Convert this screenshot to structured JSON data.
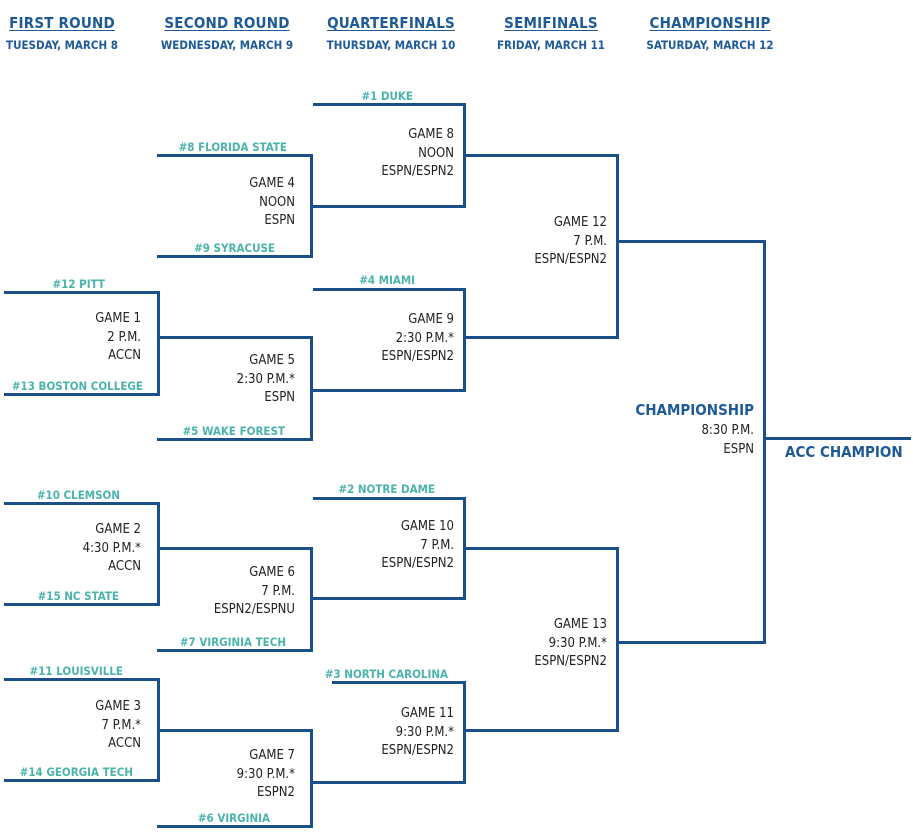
{
  "rounds": [
    {
      "name": "FIRST ROUND",
      "date": "TUESDAY, MARCH 8"
    },
    {
      "name": "SECOND ROUND",
      "date": "WEDNESDAY, MARCH 9"
    },
    {
      "name": "QUARTERFINALS",
      "date": "THURSDAY, MARCH 10"
    },
    {
      "name": "SEMIFINALS",
      "date": "FRIDAY, MARCH 11"
    },
    {
      "name": "CHAMPIONSHIP",
      "date": "SATURDAY, MARCH 12"
    }
  ],
  "teams": {
    "duke": "#1 DUKE",
    "florida_state": "#8 FLORIDA STATE",
    "syracuse": "#9 SYRACUSE",
    "miami": "#4 MIAMI",
    "pitt": "#12 PITT",
    "boston_college": "#13 BOSTON COLLEGE",
    "wake_forest": "#5 WAKE FOREST",
    "notre_dame": "#2 NOTRE DAME",
    "clemson": "#10 CLEMSON",
    "nc_state": "#15 NC STATE",
    "virginia_tech": "#7 VIRGINIA TECH",
    "north_carolina": "#3 NORTH CAROLINA",
    "louisville": "#11 LOUISVILLE",
    "georgia_tech": "#14 GEORGIA TECH",
    "virginia": "#6 VIRGINIA"
  },
  "games": {
    "g1": {
      "name": "GAME 1",
      "time": "2 P.M.",
      "network": "ACCN"
    },
    "g2": {
      "name": "GAME 2",
      "time": "4:30 P.M.*",
      "network": "ACCN"
    },
    "g3": {
      "name": "GAME 3",
      "time": "7 P.M.*",
      "network": "ACCN"
    },
    "g4": {
      "name": "GAME 4",
      "time": "NOON",
      "network": "ESPN"
    },
    "g5": {
      "name": "GAME 5",
      "time": "2:30 P.M.*",
      "network": "ESPN"
    },
    "g6": {
      "name": "GAME 6",
      "time": "7 P.M.",
      "network": "ESPN2/ESPNU"
    },
    "g7": {
      "name": "GAME 7",
      "time": "9:30 P.M.*",
      "network": "ESPN2"
    },
    "g8": {
      "name": "GAME 8",
      "time": "NOON",
      "network": "ESPN/ESPN2"
    },
    "g9": {
      "name": "GAME 9",
      "time": "2:30 P.M.*",
      "network": "ESPN/ESPN2"
    },
    "g10": {
      "name": "GAME 10",
      "time": "7 P.M.",
      "network": "ESPN/ESPN2"
    },
    "g11": {
      "name": "GAME 11",
      "time": "9:30 P.M.*",
      "network": "ESPN/ESPN2"
    },
    "g12": {
      "name": "GAME 12",
      "time": "7 P.M.",
      "network": "ESPN/ESPN2"
    },
    "g13": {
      "name": "GAME 13",
      "time": "9:30 P.M.*",
      "network": "ESPN/ESPN2"
    }
  },
  "championship": {
    "title": "CHAMPIONSHIP",
    "time": "8:30 P.M.",
    "network": "ESPN"
  },
  "champion_label": "ACC CHAMPION",
  "colors": {
    "line": "#1b4f8a",
    "heading": "#1d5a96",
    "team": "#4bb3ac",
    "text": "#222222"
  }
}
